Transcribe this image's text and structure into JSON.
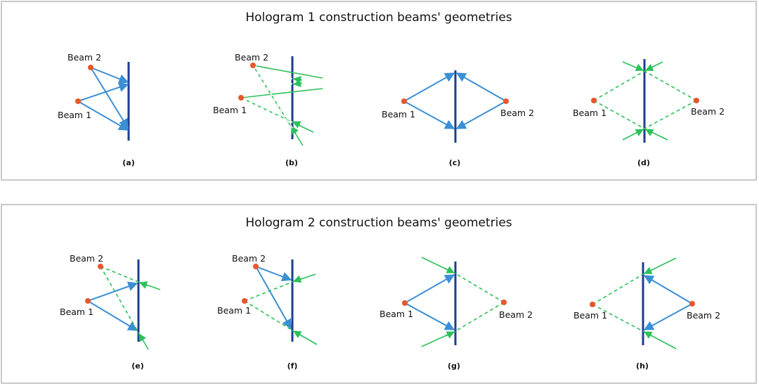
{
  "panel_1": {
    "title": "Hologram 1 construction beams' geometries"
  },
  "panel_2": {
    "title": "Hologram 2 construction beams' geometries"
  },
  "beam_1_label": "Beam 1",
  "beam_2_label": "Beam 2",
  "subfigures": [
    "(a)",
    "(b)",
    "(c)",
    "(d)",
    "(e)",
    "(f)",
    "(g)",
    "(h)"
  ],
  "colors": {
    "plate": "#1d3d8c",
    "solid_beam": "#3b8fd4",
    "dashed_beam": "#2cc05a",
    "source_point": "#e8562a"
  }
}
